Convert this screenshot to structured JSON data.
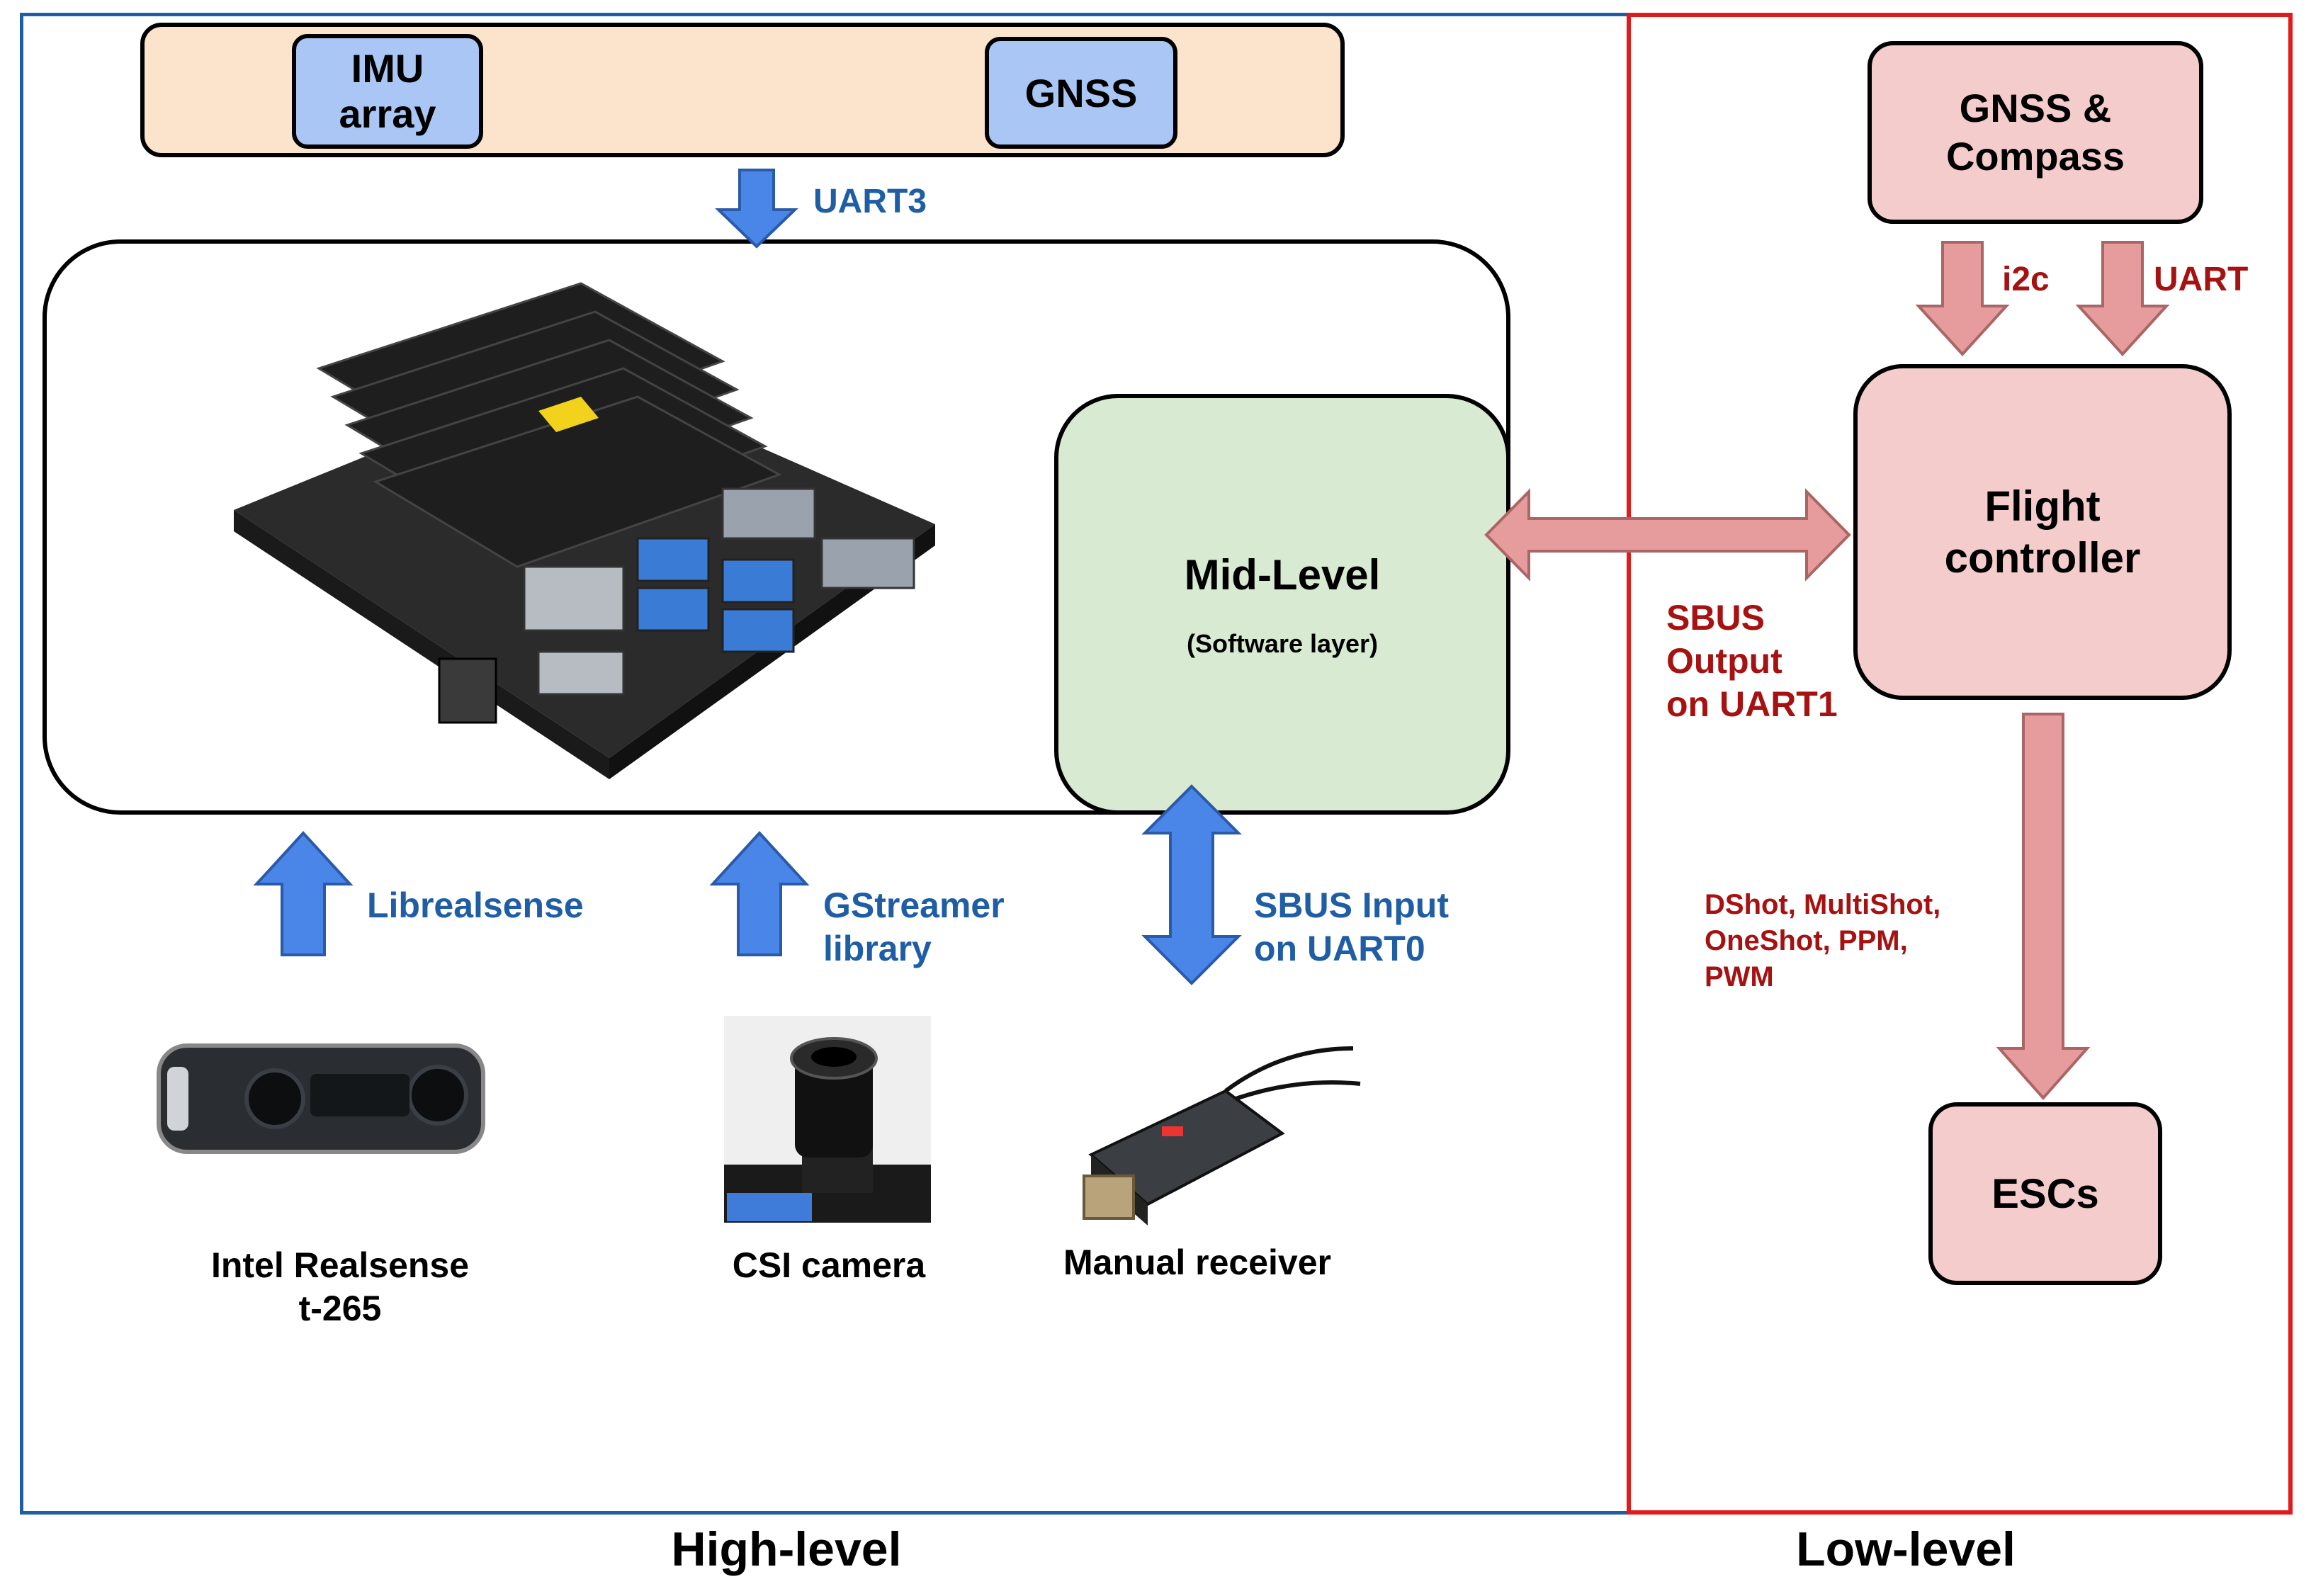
{
  "regions": {
    "high_level": "High-level",
    "low_level": "Low-level"
  },
  "sensors_bar": {
    "imu": "IMU\narray",
    "gnss": "GNSS"
  },
  "links": {
    "uart3": "UART3",
    "librealsense": "Librealsense",
    "gstreamer": "GStreamer\nlibrary",
    "sbus_input": "SBUS Input\non UART0",
    "sbus_output": "SBUS\nOutput\non UART1",
    "i2c": "i2c",
    "uart": "UART",
    "esc_protocols": "DShot, MultiShot,\nOneShot, PPM,\nPWM"
  },
  "mid_level": {
    "title": "Mid-Level",
    "subtitle": "(Software layer)"
  },
  "devices": {
    "realsense": "Intel Realsense\nt-265",
    "csi": "CSI camera",
    "receiver": "Manual receiver"
  },
  "low_level_blocks": {
    "gnss_compass": "GNSS &\nCompass",
    "flight_controller": "Flight\ncontroller",
    "escs": "ESCs"
  },
  "colors": {
    "high_border": "#1f5ea5",
    "low_border": "#e01b1b",
    "bar_fill": "#fbe3cc",
    "sensor_fill": "#a9c6f5",
    "mid_fill": "#d9ead3",
    "pink_fill": "#f4cccc",
    "blue_arrow": "#4a86e8",
    "pink_arrow": "#e69c9c"
  }
}
